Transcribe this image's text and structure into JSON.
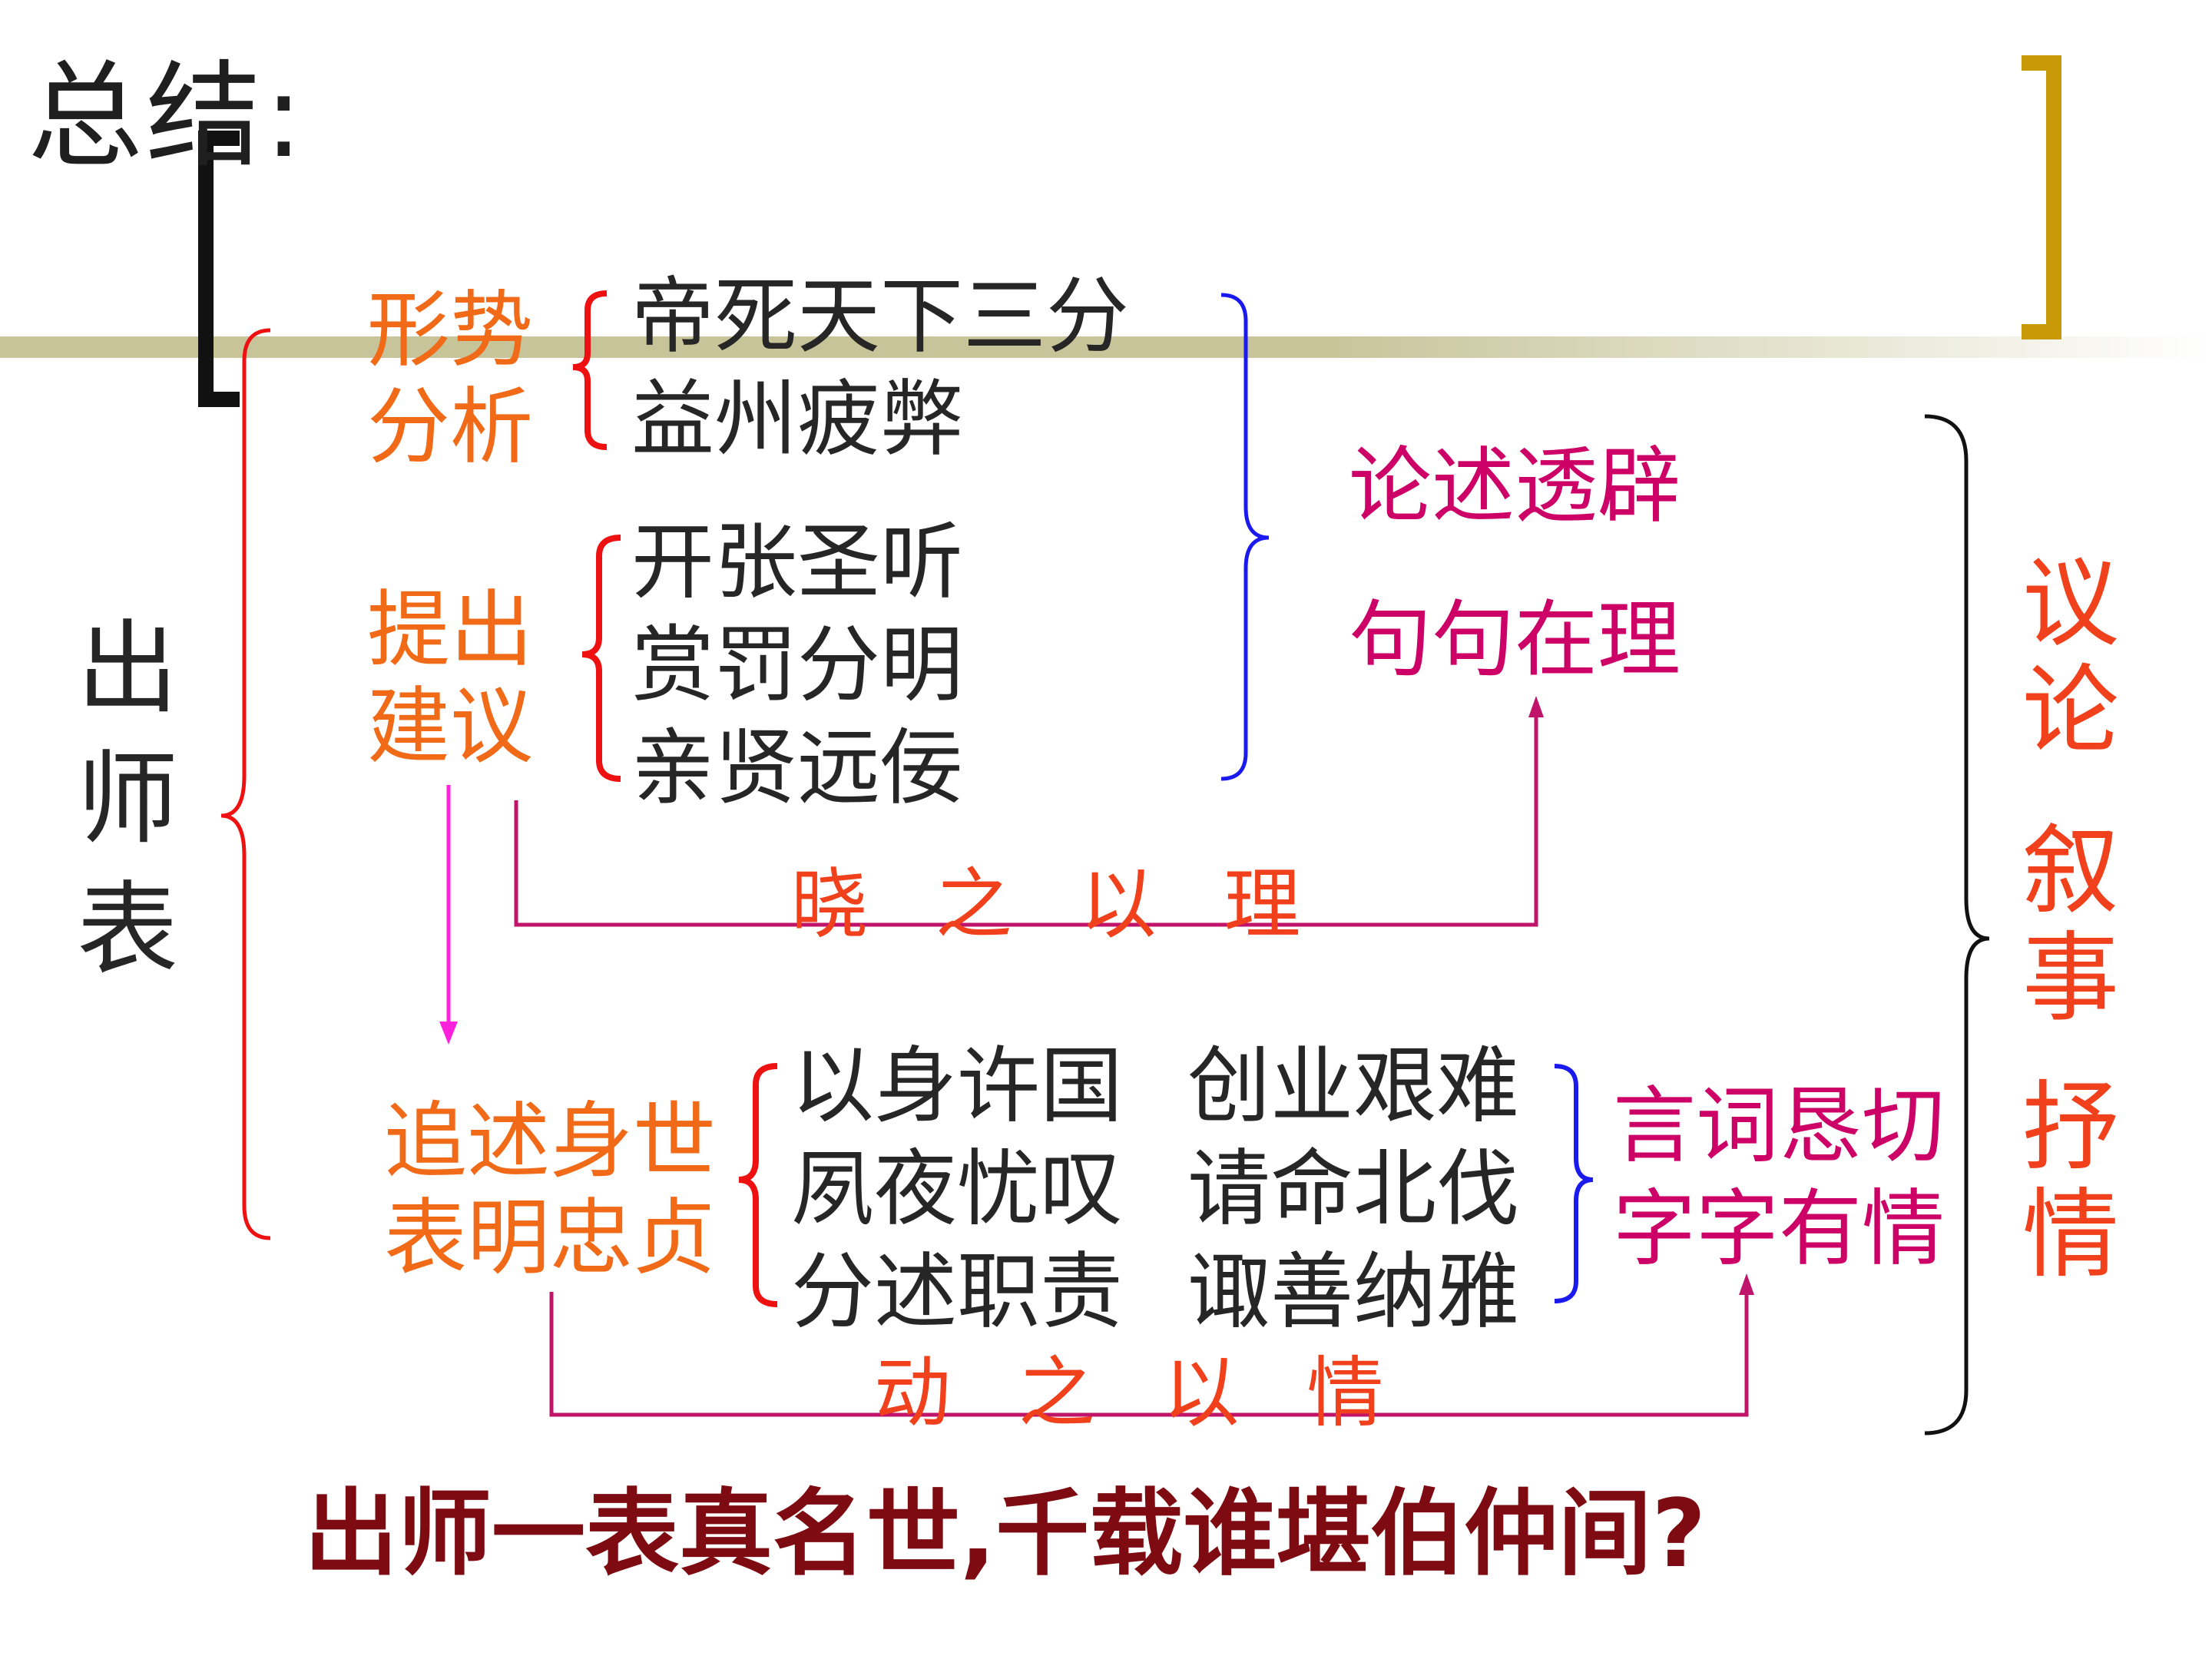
{
  "title": "总结:",
  "main_topic": "出师表",
  "section1": {
    "label1": "形势",
    "label2": "分析",
    "items": [
      "帝死天下三分",
      "益州疲弊"
    ]
  },
  "section2": {
    "label1": "提出",
    "label2": "建议",
    "items": [
      "开张圣听",
      "赏罚分明",
      "亲贤远佞"
    ]
  },
  "summary1": {
    "line1": "论述透辟",
    "line2": "句句在理"
  },
  "reason_note": "晓 之 以 理",
  "section3": {
    "label1": "追述身世",
    "label2": "表明忠贞",
    "items": [
      [
        "以身许国",
        "创业艰难"
      ],
      [
        "夙夜忧叹",
        "请命北伐"
      ],
      [
        "分述职责",
        "诹善纳雅"
      ]
    ]
  },
  "summary2": {
    "line1": "言词恳切",
    "line2": "字字有情"
  },
  "emotion_note": "动 之 以 情",
  "styles": {
    "items": [
      {
        "line1": "议",
        "line2": "论"
      },
      {
        "line1": "叙",
        "line2": "事"
      },
      {
        "line1": "抒",
        "line2": "情"
      }
    ]
  },
  "bottom_poem": "出师一表真名世,千载谁堪伯仲间?",
  "colors": {
    "label": "#f06a18",
    "summary": "#cc0066",
    "style": "#f0401c",
    "bottom": "#7d0b11",
    "red_brace": "#ee1111",
    "blue_brace": "#1a1aee",
    "connector": "#c0146a",
    "arrow_pink": "#ff22dd",
    "gold_bracket": "#c99a08",
    "olive_line": "#c8c49a"
  }
}
